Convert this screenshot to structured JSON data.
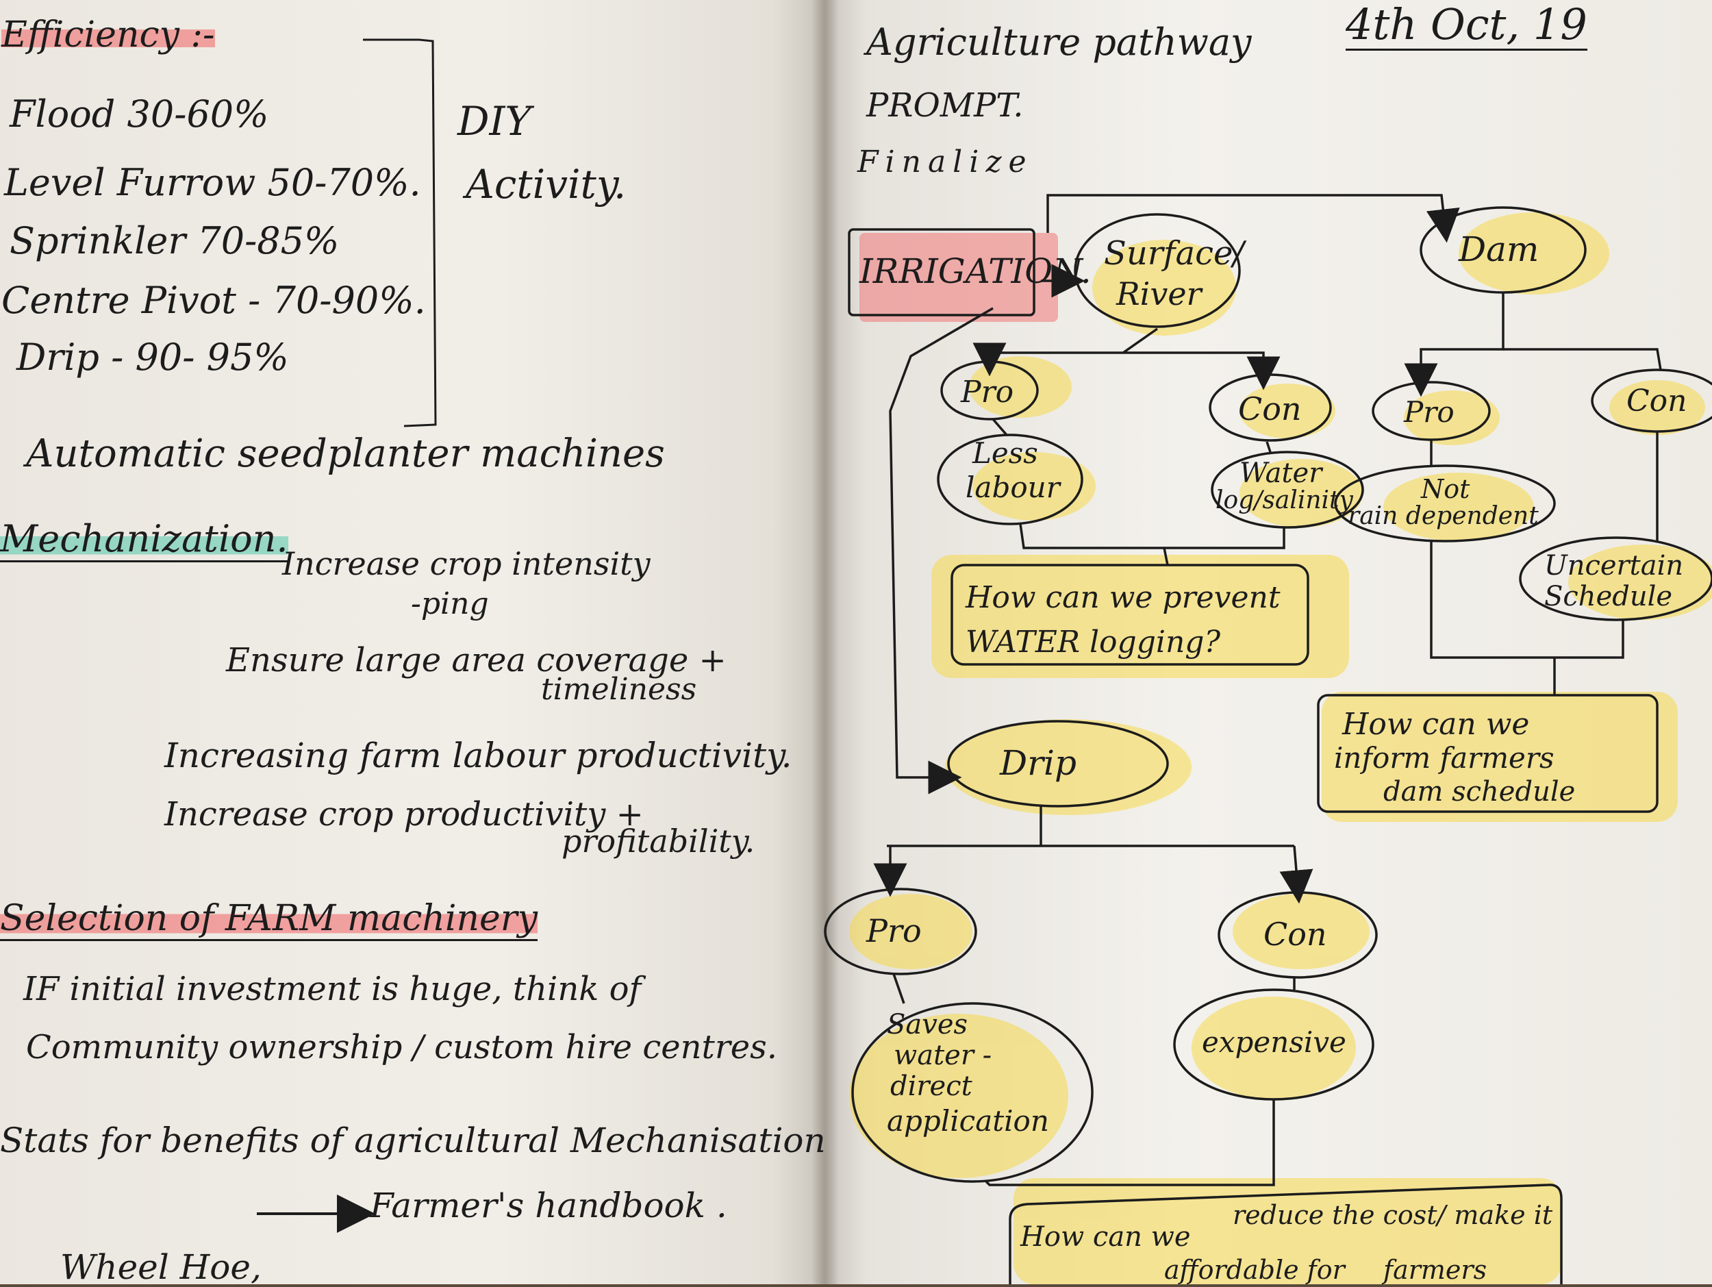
{
  "left_page": {
    "efficiency_heading": "Efficiency :-",
    "efficiency_items": [
      "Flood  30-60%",
      "Level Furrow  50-70%.",
      "Sprinkler  70-85%",
      "Centre Pivot -  70-90%.",
      "Drip  - 90- 95%"
    ],
    "diy_line1": "DIY",
    "diy_line2": "Activity.",
    "seed_planter": "Automatic seedplanter machines",
    "mechanization_heading": "Mechanization.",
    "mech_item1_a": "Increase crop intensity",
    "mech_item1_b": "-ping",
    "mech_item2_a": "Ensure large area coverage +",
    "mech_item2_b": "timeliness",
    "mech_item3": "Increasing  farm labour productivity.",
    "mech_item4_a": "Increase  crop productivity +",
    "mech_item4_b": "profitability.",
    "selection_heading": "Selection of FARM machinery",
    "selection_line1": "IF initial investment is huge, think of",
    "selection_line2": "Community ownership / custom hire centres.",
    "stats_line": "Stats  for  benefits of agricultural Mechanisation",
    "handbook": "Farmer's handbook .",
    "wheel_hoe": "Wheel Hoe,"
  },
  "right_page": {
    "title_line1": "Agriculture pathway",
    "title_line2": "PROMPT.",
    "date": "4th Oct, 19",
    "finalize": "Finalize",
    "nodes": {
      "irrigation": "IRRIGATION.",
      "surface_river_1": "Surface/",
      "surface_river_2": "River",
      "dam": "Dam",
      "pro_surface": "Pro",
      "con_surface": "Con",
      "less_labour_1": "Less",
      "less_labour_2": "labour",
      "water_log_1": "Water",
      "water_log_2": "log/salinity",
      "prevent_q_1": "How can we prevent",
      "prevent_q_2": "WATER logging?",
      "pro_dam": "Pro",
      "con_dam": "Con",
      "not_rain_1": "Not",
      "not_rain_2": "rain dependent",
      "uncertain_1": "Uncertain",
      "uncertain_2": "Schedule",
      "dam_q_1": "How can we",
      "dam_q_2": "inform farmers",
      "dam_q_3": "dam schedule",
      "drip": "Drip",
      "pro_drip": "Pro",
      "con_drip": "Con",
      "saves_1": "Saves",
      "saves_2": "water -",
      "saves_3": "direct",
      "saves_4": "application",
      "expensive": "expensive",
      "cost_q_1": "How  can  we",
      "cost_q_2": "reduce the cost/ make it",
      "cost_q_3": "affordable for",
      "cost_q_4": "farmers"
    }
  },
  "colors": {
    "ink": "#1c1c1c",
    "highlight_yellow": "#f5d94a",
    "highlight_red": "#f07878",
    "highlight_teal": "#50c8aa"
  }
}
